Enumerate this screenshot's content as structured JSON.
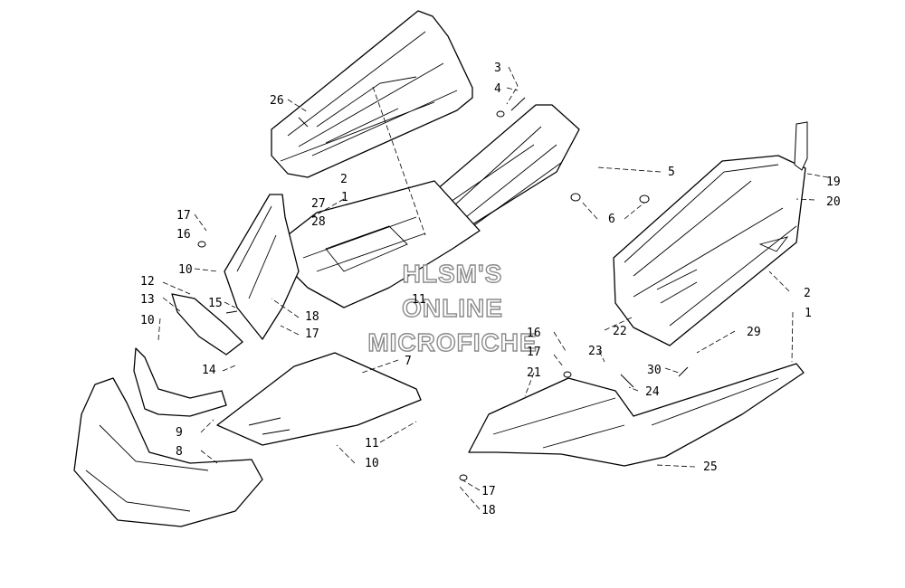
{
  "watermark": {
    "line1": "HLSM'S",
    "line2": "ONLINE",
    "line3": "MICROFICHE"
  },
  "callouts": [
    {
      "id": "c26",
      "text": "26"
    },
    {
      "id": "c3",
      "text": "3"
    },
    {
      "id": "c4",
      "text": "4"
    },
    {
      "id": "c2a",
      "text": "2"
    },
    {
      "id": "c5",
      "text": "5"
    },
    {
      "id": "c19",
      "text": "19"
    },
    {
      "id": "c20",
      "text": "20"
    },
    {
      "id": "c27",
      "text": "27"
    },
    {
      "id": "c1a",
      "text": "1"
    },
    {
      "id": "c28",
      "text": "28"
    },
    {
      "id": "c6",
      "text": "6"
    },
    {
      "id": "c17a",
      "text": "17"
    },
    {
      "id": "c16a",
      "text": "16"
    },
    {
      "id": "c10a",
      "text": "10"
    },
    {
      "id": "c12",
      "text": "12"
    },
    {
      "id": "c13",
      "text": "13"
    },
    {
      "id": "c15",
      "text": "15"
    },
    {
      "id": "c11a",
      "text": "11"
    },
    {
      "id": "c2b",
      "text": "2"
    },
    {
      "id": "c18a",
      "text": "18"
    },
    {
      "id": "c10b",
      "text": "10"
    },
    {
      "id": "c17b",
      "text": "17"
    },
    {
      "id": "c22",
      "text": "22"
    },
    {
      "id": "c1b",
      "text": "1"
    },
    {
      "id": "c16b",
      "text": "16"
    },
    {
      "id": "c29",
      "text": "29"
    },
    {
      "id": "c17c",
      "text": "17"
    },
    {
      "id": "c23",
      "text": "23"
    },
    {
      "id": "c14",
      "text": "14"
    },
    {
      "id": "c7",
      "text": "7"
    },
    {
      "id": "c21",
      "text": "21"
    },
    {
      "id": "c30",
      "text": "30"
    },
    {
      "id": "c24",
      "text": "24"
    },
    {
      "id": "c9",
      "text": "9"
    },
    {
      "id": "c11b",
      "text": "11"
    },
    {
      "id": "c8",
      "text": "8"
    },
    {
      "id": "c10c",
      "text": "10"
    },
    {
      "id": "c25",
      "text": "25"
    },
    {
      "id": "c17d",
      "text": "17"
    },
    {
      "id": "c18b",
      "text": "18"
    }
  ]
}
